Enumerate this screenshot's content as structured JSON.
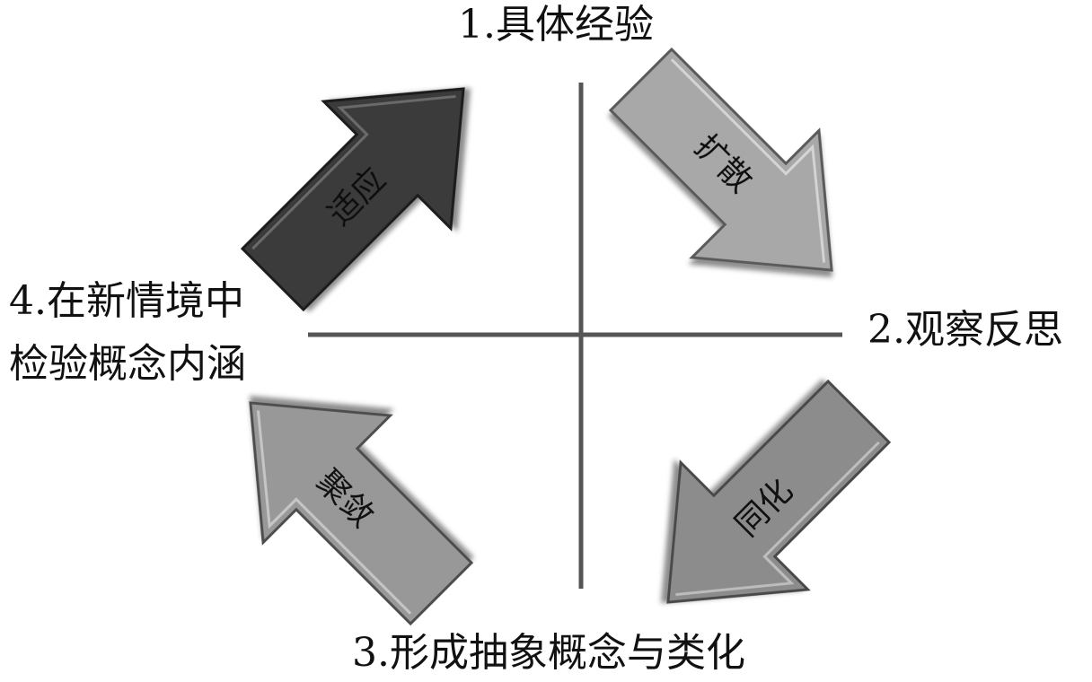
{
  "stages": {
    "stage1": "1.具体经验",
    "stage2": "2.观察反思",
    "stage3": "3.形成抽象概念与类化",
    "stage4_line1": "4.在新情境中",
    "stage4_line2": "检验概念内涵"
  },
  "arrows": {
    "top_left": {
      "label": "适应",
      "tone": "#3a3a3a"
    },
    "top_right": {
      "label": "扩散",
      "tone": "#a8a8a8"
    },
    "bottom_right": {
      "label": "同化",
      "tone": "#8c8c8c"
    },
    "bottom_left": {
      "label": "聚敛",
      "tone": "#989898"
    }
  },
  "axis_color": "#555555"
}
